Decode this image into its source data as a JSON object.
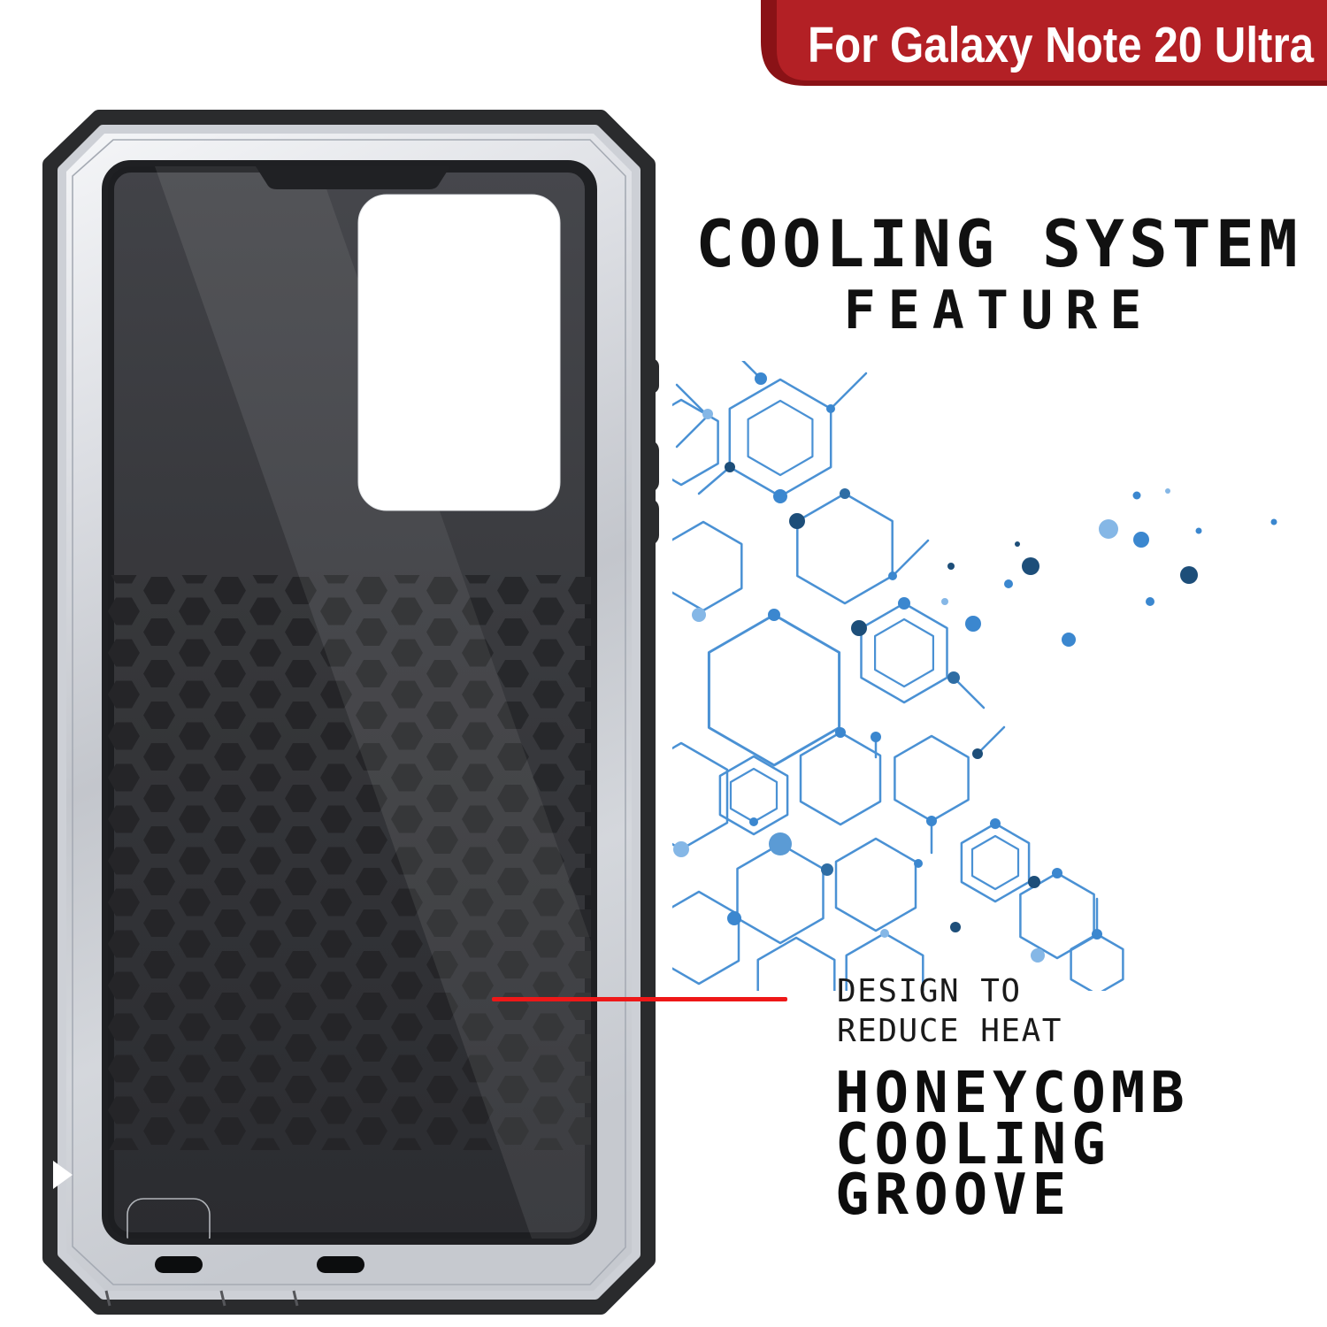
{
  "banner": {
    "label": "For Galaxy Note 20 Ultra",
    "bg": "#b32025",
    "shadow": "#8a1216",
    "text_color": "#ffffff"
  },
  "headline": {
    "line1": "COOLING SYSTEM",
    "line2": "FEATURE",
    "color": "#111111"
  },
  "callout": {
    "line1": "DESIGN TO",
    "line2": "REDUCE HEAT",
    "pointer_color": "#ee1818",
    "color": "#1a1a1a"
  },
  "feature": {
    "line1": "HONEYCOMB",
    "line2": "COOLING",
    "line3": "GROOVE",
    "color": "#0d0d0d"
  },
  "case": {
    "outer_color": "#2a2b2d",
    "frame_color": "#d6d9de",
    "interior_color": "#3a3b3f",
    "hexagon_color": "#27282b",
    "camera_cutout_color": "#ffffff"
  },
  "hex_art": {
    "line_color": "#4a91d4",
    "palette": {
      "light": "#85b7e6",
      "mid": "#3b87cf",
      "dark": "#2e6da4",
      "navy": "#1d4e79",
      "biglight": "#5b9bd5"
    },
    "hexagons": [
      [
        122,
        87,
        66,
        42
      ],
      [
        195,
        212,
        62,
        0
      ],
      [
        115,
        372,
        85,
        0
      ],
      [
        262,
        330,
        56,
        38
      ],
      [
        35,
        232,
        50,
        0
      ],
      [
        10,
        492,
        60,
        0
      ],
      [
        92,
        491,
        44,
        30
      ],
      [
        190,
        472,
        52,
        0
      ],
      [
        293,
        472,
        48,
        0
      ],
      [
        122,
        602,
        56,
        0
      ],
      [
        230,
        592,
        52,
        0
      ],
      [
        365,
        567,
        44,
        30
      ],
      [
        435,
        627,
        48,
        0
      ],
      [
        480,
        682,
        34,
        0
      ],
      [
        140,
        702,
        50,
        0
      ],
      [
        240,
        697,
        50,
        0
      ],
      [
        30,
        652,
        52,
        0
      ],
      [
        10,
        92,
        48,
        0
      ]
    ],
    "dots": [
      [
        122,
        153,
        8,
        "mid"
      ],
      [
        65,
        120,
        6,
        "navy"
      ],
      [
        179,
        54,
        5,
        "mid"
      ],
      [
        100,
        20,
        7,
        "mid"
      ],
      [
        40,
        60,
        6,
        "light"
      ],
      [
        195,
        150,
        6,
        "dark"
      ],
      [
        249,
        243,
        5,
        "mid"
      ],
      [
        141,
        181,
        9,
        "navy"
      ],
      [
        262,
        274,
        7,
        "mid"
      ],
      [
        211,
        302,
        9,
        "navy"
      ],
      [
        318,
        358,
        7,
        "dark"
      ],
      [
        230,
        425,
        6,
        "mid"
      ],
      [
        30,
        287,
        8,
        "light"
      ],
      [
        115,
        287,
        7,
        "mid"
      ],
      [
        190,
        420,
        6,
        "mid"
      ],
      [
        345,
        444,
        6,
        "navy"
      ],
      [
        293,
        520,
        6,
        "mid"
      ],
      [
        122,
        546,
        13,
        "biglight"
      ],
      [
        70,
        630,
        8,
        "mid"
      ],
      [
        175,
        575,
        7,
        "dark"
      ],
      [
        278,
        568,
        5,
        "mid"
      ],
      [
        365,
        523,
        6,
        "mid"
      ],
      [
        409,
        589,
        7,
        "navy"
      ],
      [
        435,
        579,
        6,
        "mid"
      ],
      [
        480,
        648,
        6,
        "mid"
      ],
      [
        413,
        672,
        8,
        "light"
      ],
      [
        320,
        640,
        6,
        "navy"
      ],
      [
        10,
        552,
        9,
        "light"
      ],
      [
        92,
        521,
        5,
        "mid"
      ],
      [
        240,
        647,
        5,
        "light"
      ],
      [
        315,
        232,
        4,
        "navy"
      ],
      [
        308,
        272,
        4,
        "light"
      ],
      [
        340,
        297,
        9,
        "mid"
      ],
      [
        380,
        252,
        5,
        "mid"
      ],
      [
        405,
        232,
        10,
        "navy"
      ],
      [
        390,
        207,
        3,
        "navy"
      ],
      [
        448,
        315,
        8,
        "mid"
      ],
      [
        493,
        190,
        11,
        "light"
      ],
      [
        530,
        202,
        9,
        "mid"
      ],
      [
        525,
        152,
        4.5,
        "mid"
      ],
      [
        560,
        147,
        3,
        "light"
      ],
      [
        595,
        192,
        3.5,
        "mid"
      ],
      [
        584,
        242,
        10,
        "navy"
      ],
      [
        540,
        272,
        5,
        "mid"
      ],
      [
        680,
        182,
        3.5,
        "mid"
      ]
    ],
    "stubs": [
      [
        100,
        20,
        60,
        -20
      ],
      [
        88,
        8,
        48,
        -32
      ],
      [
        40,
        62,
        5,
        97
      ],
      [
        40,
        62,
        5,
        27
      ],
      [
        179,
        54,
        219,
        14
      ],
      [
        249,
        243,
        289,
        203
      ],
      [
        318,
        358,
        352,
        392
      ],
      [
        345,
        444,
        375,
        414
      ],
      [
        480,
        648,
        480,
        608
      ],
      [
        293,
        520,
        293,
        556
      ],
      [
        65,
        120,
        30,
        150
      ],
      [
        230,
        425,
        230,
        448
      ]
    ]
  }
}
